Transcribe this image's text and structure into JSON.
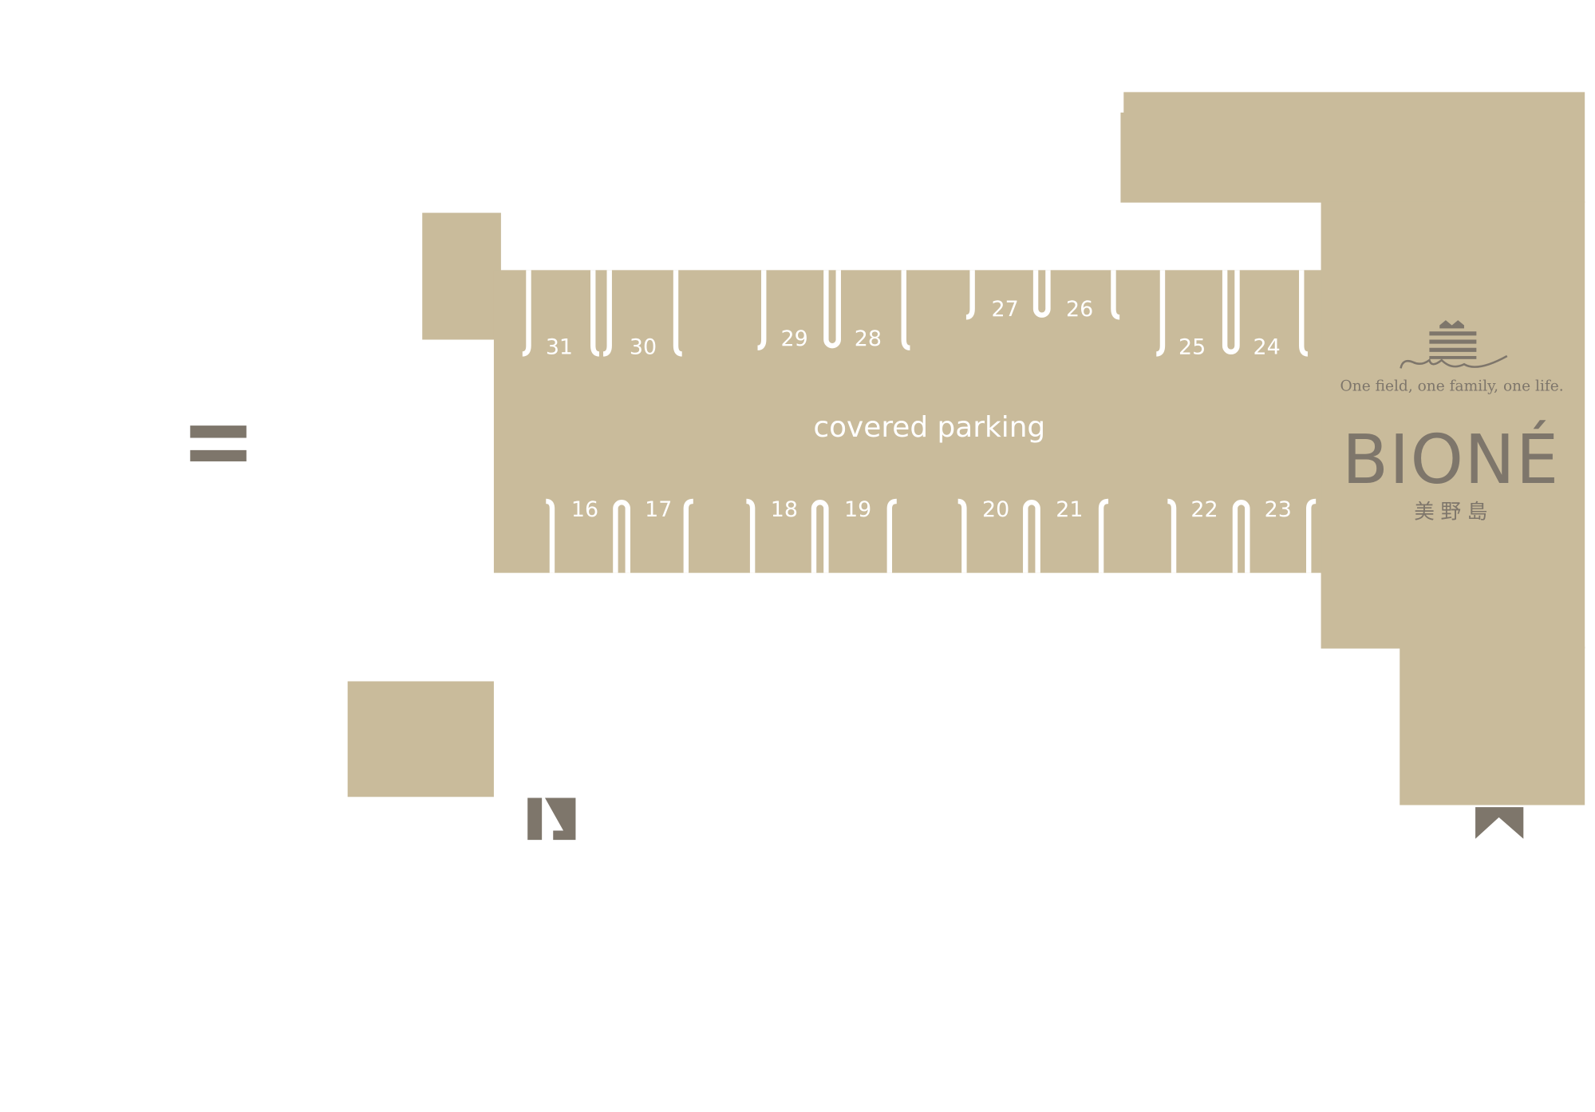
{
  "map": {
    "area_label": "covered parking",
    "top_spaces": [
      "31",
      "30",
      "29",
      "28",
      "27",
      "26",
      "25",
      "24"
    ],
    "bottom_spaces": [
      "16",
      "17",
      "18",
      "19",
      "20",
      "21",
      "22",
      "23"
    ]
  },
  "logo": {
    "tagline": "One field, one family, one life.",
    "brand": "BIONÉ",
    "kanji": "美野島"
  },
  "colors": {
    "building": "#C9BB9B",
    "marker": "#7E766B",
    "line": "#FFFFFF"
  }
}
